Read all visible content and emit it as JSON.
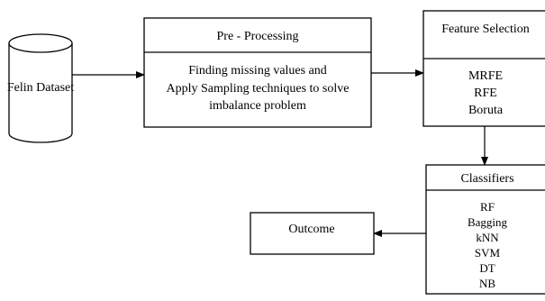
{
  "dataset": {
    "label": "Felin Dataset"
  },
  "preprocessing": {
    "title": "Pre - Processing",
    "description_lines": [
      "Finding missing values and",
      "Apply Sampling techniques to solve",
      "imbalance problem"
    ]
  },
  "feature_selection": {
    "title": "Feature Selection",
    "methods": [
      "MRFE",
      "RFE",
      "Boruta"
    ]
  },
  "classifiers": {
    "title": "Classifiers",
    "items": [
      "RF",
      "Bagging",
      "kNN",
      "SVM",
      "DT",
      "NB"
    ]
  },
  "outcome": {
    "label": "Outcome"
  }
}
